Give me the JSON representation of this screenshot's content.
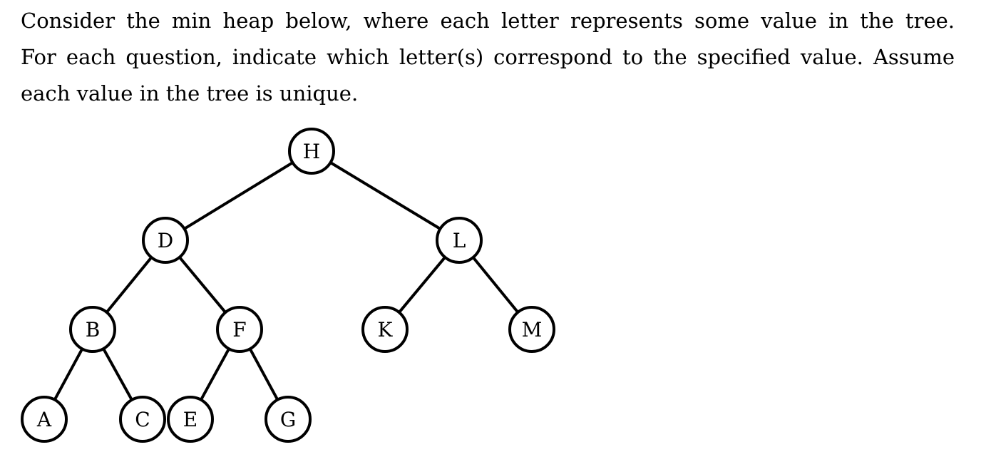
{
  "prompt": {
    "lines": [
      "Consider the min heap below, where each letter represents some value in the tree.",
      "For each question, indicate which letter(s) correspond to the specified value.  Assume",
      "each value in the tree is unique."
    ]
  },
  "heap": {
    "nodes": [
      {
        "id": "H",
        "label": "H"
      },
      {
        "id": "D",
        "label": "D"
      },
      {
        "id": "L",
        "label": "L"
      },
      {
        "id": "B",
        "label": "B"
      },
      {
        "id": "F",
        "label": "F"
      },
      {
        "id": "K",
        "label": "K"
      },
      {
        "id": "M",
        "label": "M"
      },
      {
        "id": "A",
        "label": "A"
      },
      {
        "id": "C",
        "label": "C"
      },
      {
        "id": "E",
        "label": "E"
      },
      {
        "id": "G",
        "label": "G"
      }
    ],
    "edges": [
      [
        "H",
        "D"
      ],
      [
        "H",
        "L"
      ],
      [
        "D",
        "B"
      ],
      [
        "D",
        "F"
      ],
      [
        "L",
        "K"
      ],
      [
        "L",
        "M"
      ],
      [
        "B",
        "A"
      ],
      [
        "B",
        "C"
      ],
      [
        "F",
        "E"
      ],
      [
        "F",
        "G"
      ]
    ]
  }
}
